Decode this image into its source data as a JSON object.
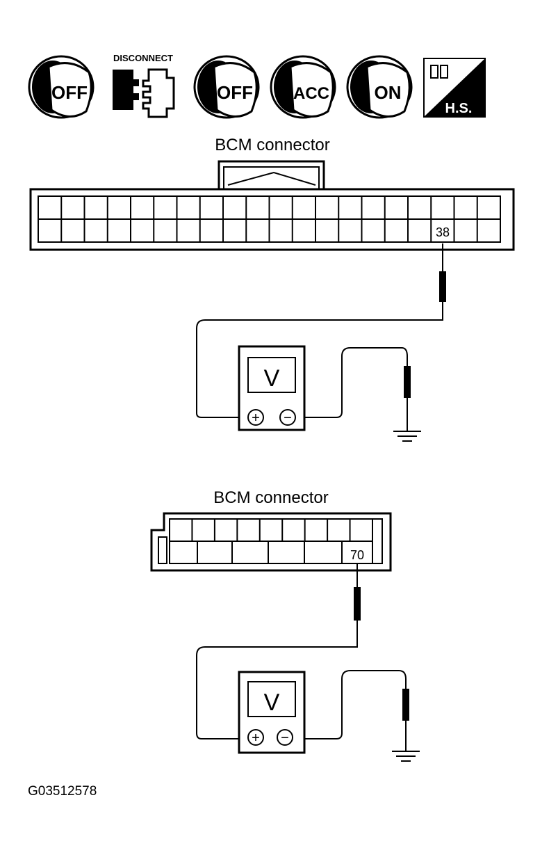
{
  "icons": {
    "key1": "OFF",
    "disconnect": "DISCONNECT",
    "key2": "OFF",
    "key3": "ACC",
    "key4": "ON",
    "hs": "H.S."
  },
  "diagram1": {
    "title": "BCM connector",
    "pin": "38",
    "meter": "V",
    "plus": "+",
    "minus": "−"
  },
  "diagram2": {
    "title": "BCM connector",
    "pin": "70",
    "meter": "V",
    "plus": "+",
    "minus": "−"
  },
  "figure_id": "G03512578"
}
